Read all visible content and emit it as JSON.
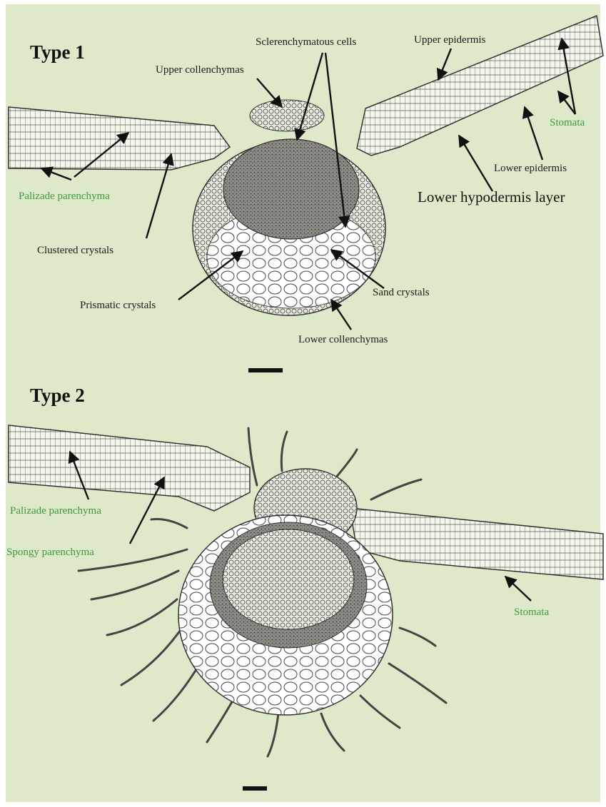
{
  "background_color": "#dde9c8",
  "label_color": "#1c1c1c",
  "green_label_color": "#3f9a3c",
  "type1": {
    "title": "Type 1",
    "labels": {
      "sclerenchymatous_cells": "Sclerenchymatous cells",
      "upper_epidermis": "Upper epidermis",
      "upper_collenchymas": "Upper collenchymas",
      "stomata": "Stomata",
      "lower_epidermis": "Lower epidermis",
      "lower_hypodermis_layer": "Lower hypodermis layer",
      "palisade_parenchyma": "Palizade parenchyma",
      "clustered_crystals": "Clustered crystals",
      "prismatic_crystals": "Prismatic crystals",
      "sand_crystals": "Sand crystals",
      "lower_collenchymas": "Lower collenchymas"
    }
  },
  "type2": {
    "title": "Type 2",
    "labels": {
      "palisade_parenchyma": "Palizade parenchyma",
      "spongy_parenchyma": "Spongy parenchyma",
      "stomata": "Stomata"
    }
  }
}
